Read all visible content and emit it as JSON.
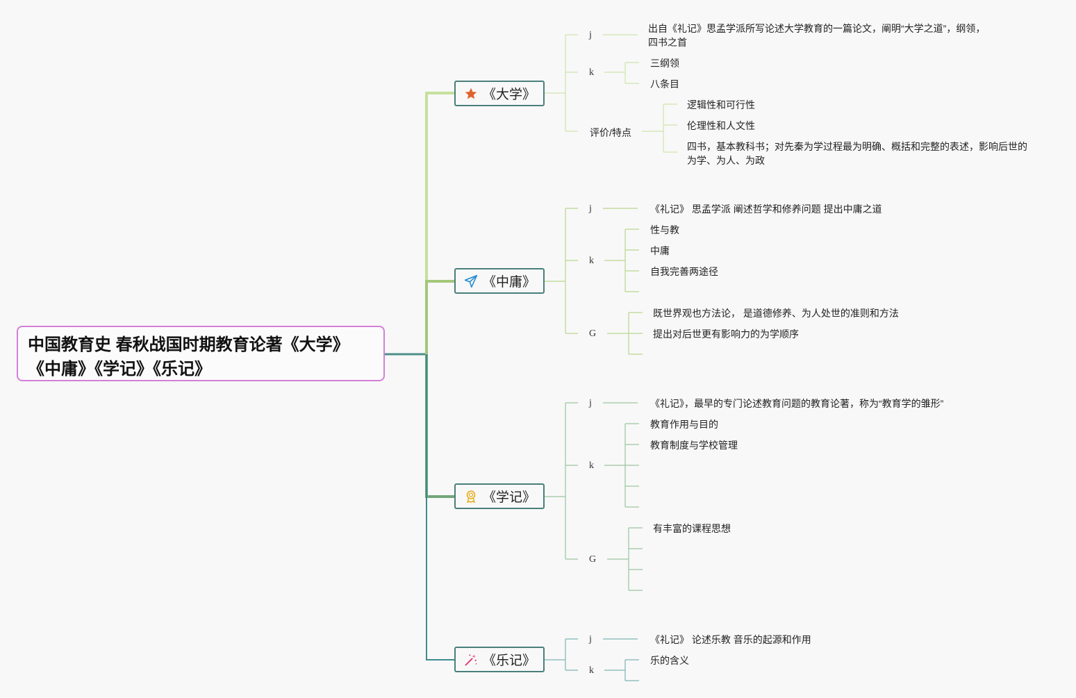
{
  "root": {
    "line1": "中国教育史 春秋战国时期教育论著《大学》",
    "line2": "《中庸》《学记》《乐记》"
  },
  "branches": [
    {
      "title": "《大学》",
      "icon": "star-icon",
      "color": "#e0622f",
      "groups": [
        {
          "label": "j",
          "items": [
            [
              "出自《礼记》思孟学派所写论述大学教育的一篇论文，阐明“大学之道”，纲领，",
              "四书之首"
            ]
          ]
        },
        {
          "label": "k",
          "items": [
            "三纲领",
            "八条目"
          ]
        },
        {
          "label": "评价/特点",
          "items": [
            "逻辑性和可行性",
            "伦理性和人文性",
            [
              "四书，基本教科书；对先秦为学过程最为明确、概括和完整的表述，影响后世的",
              "为学、为人、为政"
            ]
          ]
        }
      ]
    },
    {
      "title": "《中庸》",
      "icon": "paper-plane-icon",
      "color": "#2d8fd0",
      "groups": [
        {
          "label": "j",
          "items": [
            "《礼记》 思孟学派 阐述哲学和修养问题 提出中庸之道"
          ]
        },
        {
          "label": "k",
          "items": [
            "性与教",
            "中庸",
            "自我完善两途径"
          ]
        },
        {
          "label": "G",
          "items": [
            "既世界观也方法论， 是道德修养、为人处世的准则和方法",
            "提出对后世更有影响力的为学顺序"
          ]
        }
      ]
    },
    {
      "title": "《学记》",
      "icon": "award-ribbon-icon",
      "color": "#e8b020",
      "groups": [
        {
          "label": "j",
          "items": [
            "《礼记》，最早的专门论述教育问题的教育论著，称为“教育学的雏形”"
          ]
        },
        {
          "label": "k",
          "items": [
            "教育作用与目的",
            "教育制度与学校管理"
          ]
        },
        {
          "label": "G",
          "items": [
            "有丰富的课程思想"
          ]
        }
      ]
    },
    {
      "title": "《乐记》",
      "icon": "magic-wand-icon",
      "color": "#e0336a",
      "groups": [
        {
          "label": "j",
          "items": [
            "《礼记》 论述乐教 音乐的起源和作用"
          ]
        },
        {
          "label": "k",
          "items": [
            "乐的含义"
          ]
        }
      ]
    }
  ]
}
